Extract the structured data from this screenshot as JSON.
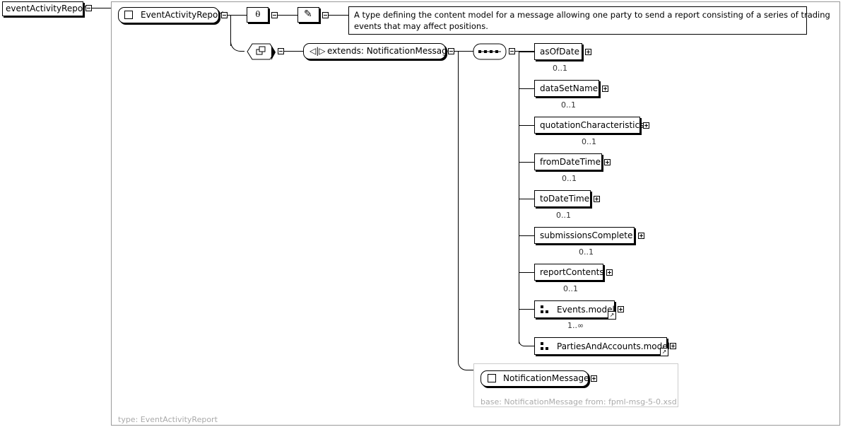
{
  "root": {
    "label": "eventActivityReport"
  },
  "complex_type": {
    "label": "EventActivityReport"
  },
  "documentation": {
    "line1": "A type defining the content model for a message allowing one party to send a report consisting of a series of trading",
    "line2": "events that may affect positions."
  },
  "extends": {
    "label": "extends: NotificationMessage"
  },
  "sequence_children": [
    {
      "label": "asOfDate",
      "card": "0..1"
    },
    {
      "label": "dataSetName",
      "card": "0..1"
    },
    {
      "label": "quotationCharacteristics",
      "card": "0..1"
    },
    {
      "label": "fromDateTime",
      "card": "0..1"
    },
    {
      "label": "toDateTime",
      "card": "0..1"
    },
    {
      "label": "submissionsComplete",
      "card": "0..1"
    },
    {
      "label": "reportContents",
      "card": "0..1"
    },
    {
      "label": "Events.model",
      "card": "1..∞"
    },
    {
      "label": "PartiesAndAccounts.model",
      "card": ""
    }
  ],
  "base_type": {
    "label": "NotificationMessage",
    "note": "base: NotificationMessage from: fpml-msg-5-0.xsd"
  },
  "footer": {
    "type_note": "type: EventActivityReport"
  },
  "colors": {
    "line": "#000000",
    "muted": "#aaaaaa",
    "frame": "#999999"
  }
}
